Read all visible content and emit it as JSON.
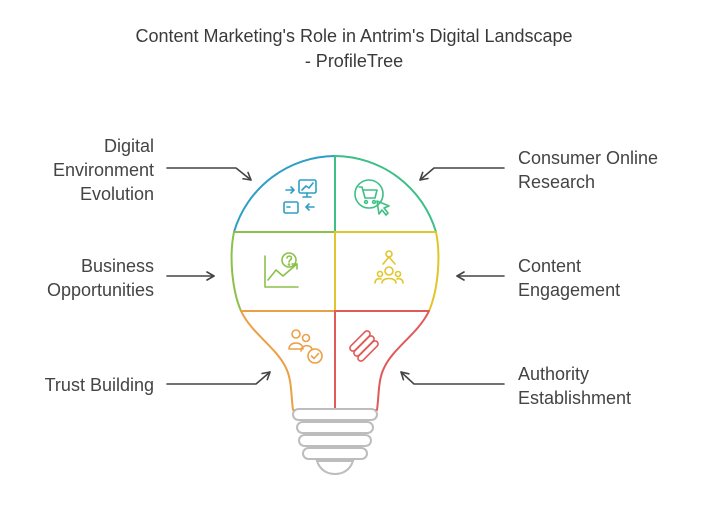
{
  "title": {
    "line1": "Content Marketing's Role in Antrim's Digital Landscape",
    "line2": "- ProfileTree"
  },
  "segments": [
    {
      "label_lines": [
        "Digital",
        "Environment",
        "Evolution"
      ],
      "color": "#2e9fc4",
      "icon": "monitor-sync-icon"
    },
    {
      "label_lines": [
        "Consumer Online",
        "Research"
      ],
      "color": "#3dbf86",
      "icon": "shopping-cart-cursor-icon"
    },
    {
      "label_lines": [
        "Business",
        "Opportunities"
      ],
      "color": "#8cc04a",
      "icon": "chart-question-icon"
    },
    {
      "label_lines": [
        "Content",
        "Engagement"
      ],
      "color": "#e2c52a",
      "icon": "audience-network-icon"
    },
    {
      "label_lines": [
        "Trust Building"
      ],
      "color": "#eba046",
      "icon": "handshake-check-icon"
    },
    {
      "label_lines": [
        "Authority",
        "Establishment"
      ],
      "color": "#e05a5a",
      "icon": "stacked-bars-icon"
    }
  ],
  "colors": {
    "bulb_base": "#bdbdbd",
    "arrow": "#444444"
  }
}
